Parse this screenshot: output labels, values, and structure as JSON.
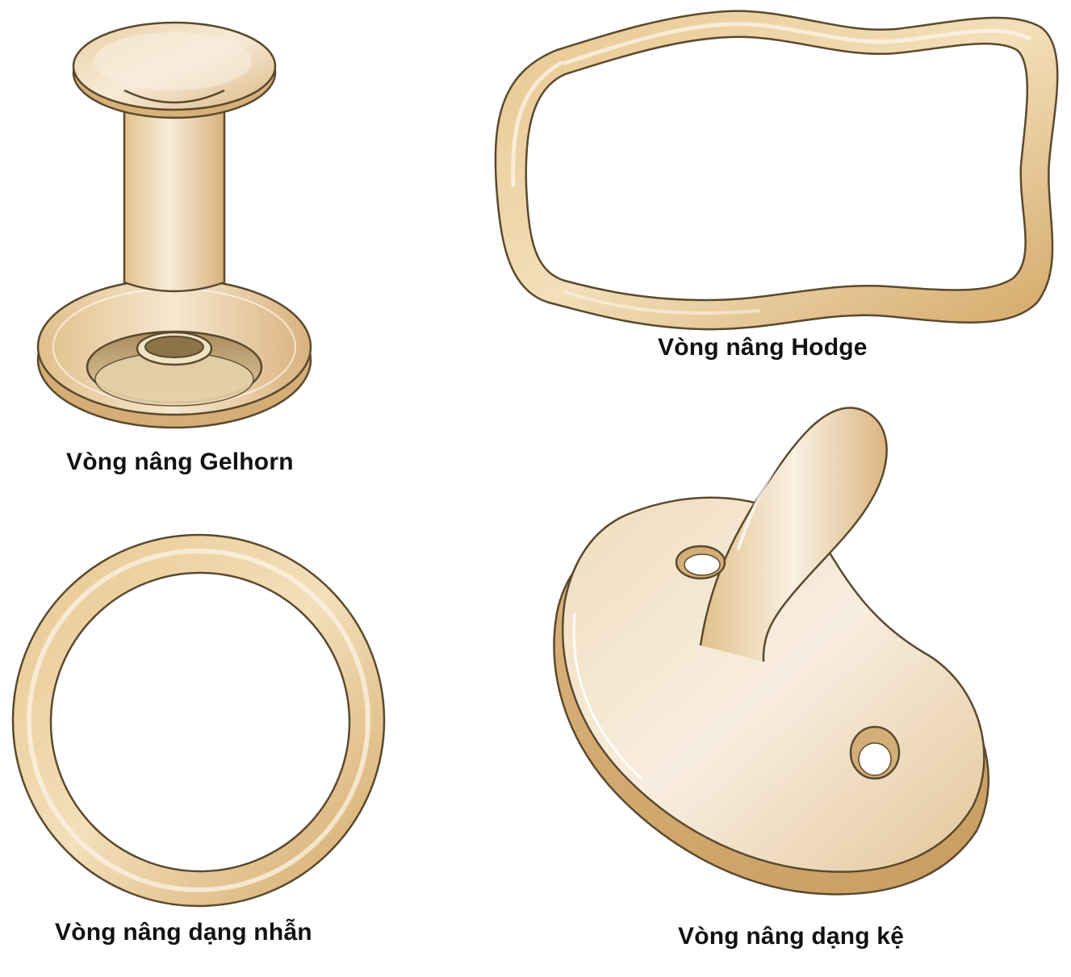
{
  "pessaries": [
    {
      "id": "gelhorn",
      "label": "Vòng nâng Gelhorn"
    },
    {
      "id": "hodge",
      "label": "Vòng nâng Hodge"
    },
    {
      "id": "ring",
      "label": "Vòng nâng dạng nhẫn"
    },
    {
      "id": "shelf",
      "label": "Vòng nâng dạng kệ"
    }
  ],
  "colors": {
    "outline": "#5a4a2e",
    "body_light": "#f6ead7",
    "body_mid": "#e6c99a",
    "body_dark": "#c9a068",
    "hole_dark": "#8c7348"
  }
}
